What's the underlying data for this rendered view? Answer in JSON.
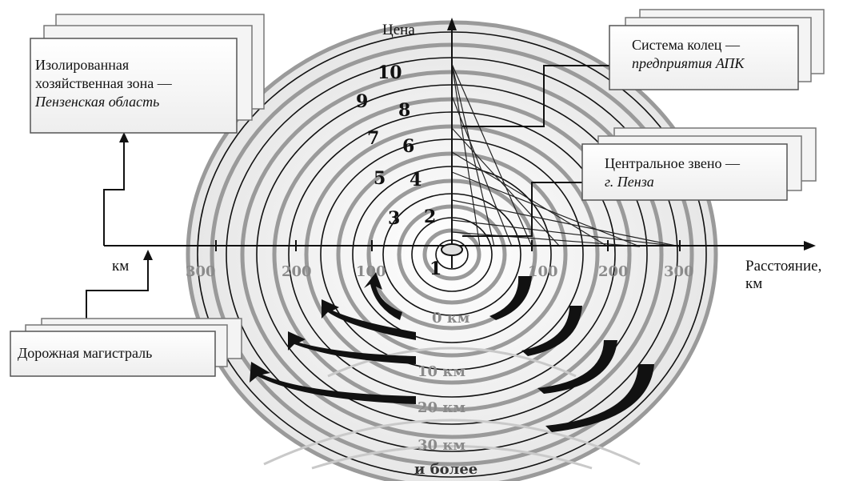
{
  "axes": {
    "y_label": "Цена",
    "x_label_line1": "Расстояние,",
    "x_label_line2": "км",
    "left_label": "км"
  },
  "ring_numbers": [
    "1",
    "2",
    "3",
    "4",
    "5",
    "6",
    "7",
    "8",
    "9",
    "10"
  ],
  "distance_ticks": {
    "left": [
      "300",
      "200",
      "100"
    ],
    "right": [
      "100",
      "200",
      "300"
    ]
  },
  "zone_labels": [
    "0 км",
    "10 км",
    "20 км",
    "30 км"
  ],
  "zone_last_extra": "и более",
  "callouts": {
    "isolated_zone": {
      "line1": "Изолированная",
      "line2": "хозяйственная зона —",
      "line3": "Пензенская область"
    },
    "ring_system": {
      "line1": "Система колец —",
      "line2": "предприятия АПК"
    },
    "central_link": {
      "line1": "Центральное звено —",
      "line2": "г. Пенза"
    },
    "road": {
      "line1": "Дорожная магистраль"
    }
  },
  "colors": {
    "ink": "#111111",
    "ring_gray": "#9a9a9a",
    "tick_gray": "#8a8a8a",
    "card_shadow": "#b8b8b8"
  }
}
